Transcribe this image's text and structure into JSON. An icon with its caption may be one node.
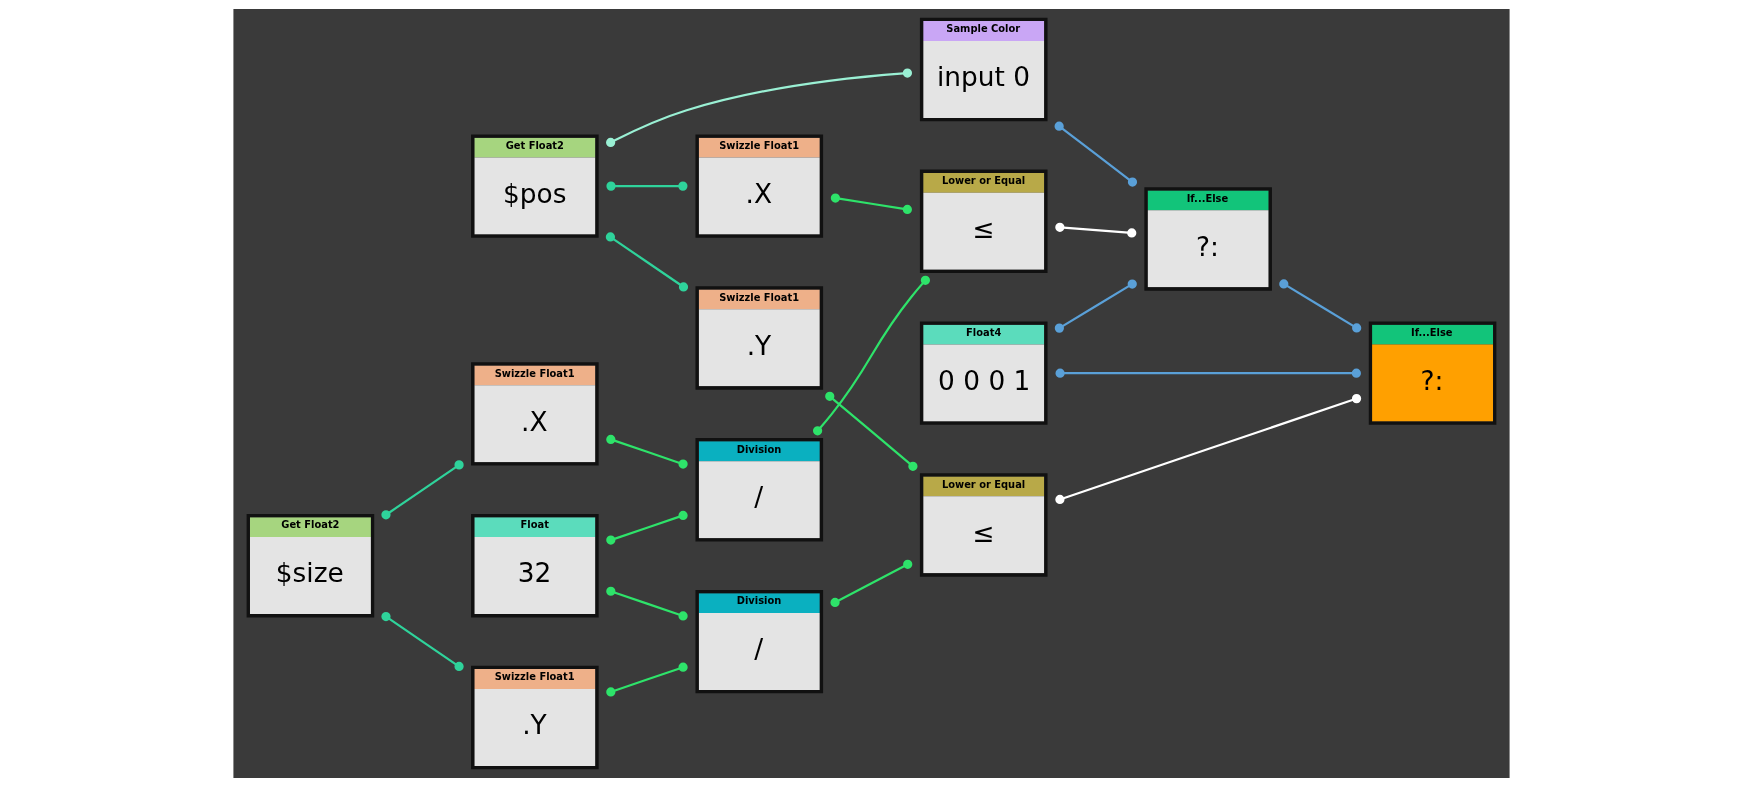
{
  "diagram": {
    "nodes": [
      {
        "text": [
          "Get Float2",
          "$pos"
        ]
      },
      {
        "text": [
          "Sample Color",
          "input 0"
        ]
      },
      {
        "text": [
          "Swizzle Float1",
          ".X"
        ]
      },
      {
        "text": [
          "Swizzle Float1",
          ".Y"
        ]
      },
      {
        "text": [
          "Lower or Equal",
          "≤"
        ]
      },
      {
        "text": [
          "If...Else",
          "?:"
        ]
      },
      {
        "text": [
          "Float4",
          "0 0 0 1"
        ]
      },
      {
        "text": [
          "Lower or Equal",
          "≤"
        ]
      },
      {
        "text": [
          "If...Else",
          "?:"
        ]
      },
      {
        "text": [
          "Float",
          "32"
        ]
      },
      {
        "text": [
          "Division",
          "/"
        ]
      },
      {
        "text": [
          "Swizzle Float1",
          ".X"
        ]
      },
      {
        "text": [
          "Get Float2",
          "$size"
        ]
      },
      {
        "text": [
          "Swizzle Float1",
          ".Y"
        ]
      },
      {
        "text": [
          "Division",
          "/"
        ]
      }
    ],
    "edges": [
      {
        "from": 0,
        "to": 1,
        "arrow": "other",
        "color": "#9af0d4"
      },
      {
        "from": 0,
        "to": 2,
        "arrow": "other",
        "color": "#2fd39b"
      },
      {
        "from": 0,
        "to": 3,
        "arrow": "other",
        "color": "#2fd39b"
      },
      {
        "from": 1,
        "to": 5,
        "arrow": "other",
        "color": "#5aa0d8"
      },
      {
        "from": 2,
        "to": 4,
        "arrow": "other"
      },
      {
        "from": 10,
        "to": 4,
        "arrow": "other"
      },
      {
        "from": 3,
        "to": 7,
        "arrow": "other"
      },
      {
        "from": 14,
        "to": 7,
        "arrow": "other"
      },
      {
        "from": 4,
        "to": 5,
        "arrow": "other",
        "color": "#ffffff"
      },
      {
        "from": 6,
        "to": 5,
        "arrow": "other",
        "color": "#5aa0d8"
      },
      {
        "from": 7,
        "to": 8,
        "arrow": "other",
        "color": "#ffffff"
      },
      {
        "from": 5,
        "to": 8,
        "arrow": "other",
        "color": "#5aa0d8"
      },
      {
        "from": 6,
        "to": 8,
        "arrow": "other",
        "color": "#5aa0d8"
      },
      {
        "from": 9,
        "to": 10,
        "arrow": "other"
      },
      {
        "from": 9,
        "to": 14,
        "arrow": "other"
      },
      {
        "from": 11,
        "to": 10,
        "arrow": "other"
      },
      {
        "from": 12,
        "to": 11,
        "arrow": "other",
        "color": "#2fd39b"
      },
      {
        "from": 12,
        "to": 13,
        "arrow": "other",
        "color": "#2fd39b"
      },
      {
        "from": 13,
        "to": 14,
        "arrow": "other"
      }
    ]
  }
}
